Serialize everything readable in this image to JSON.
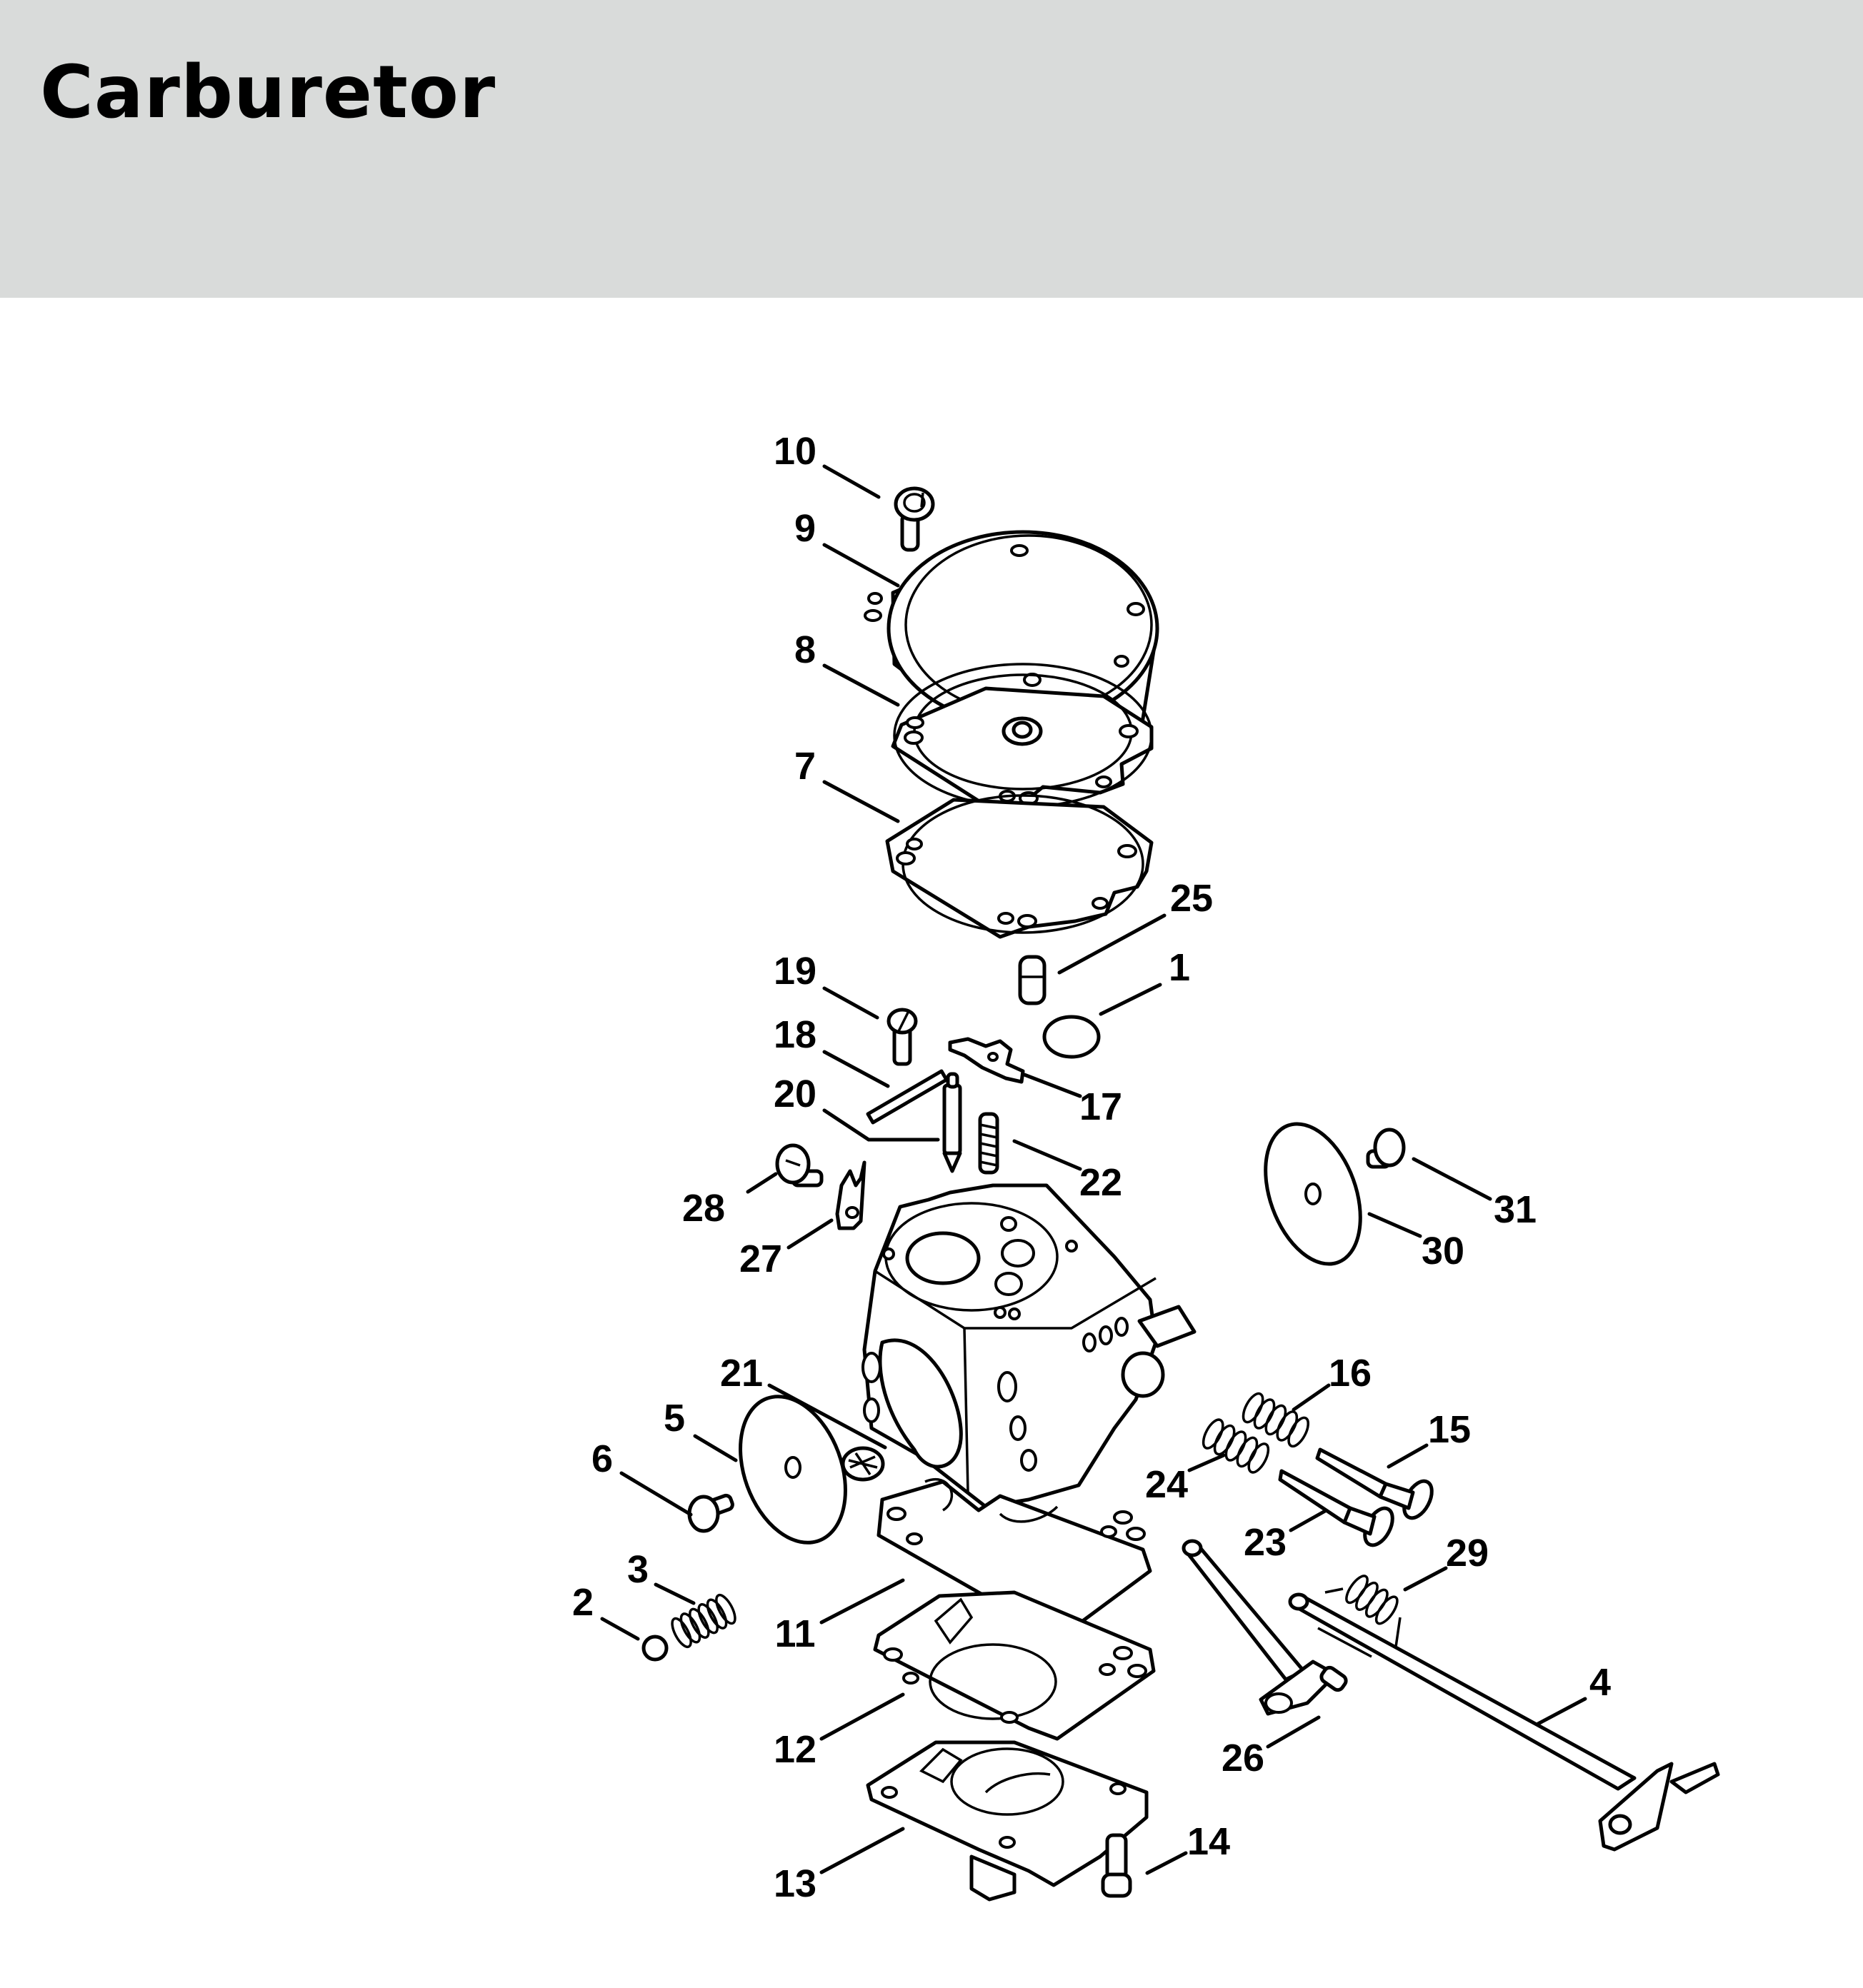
{
  "page": {
    "title": "Carburetor",
    "colors": {
      "header_bg": "#d9dbda",
      "ink": "#000000",
      "background": "#ffffff"
    }
  },
  "diagram": {
    "type": "exploded-parts-view",
    "subject": "Carburetor",
    "callouts": {
      "p1": "1",
      "p2": "2",
      "p3": "3",
      "p4": "4",
      "p5": "5",
      "p6": "6",
      "p7": "7",
      "p8": "8",
      "p9": "9",
      "p10": "10",
      "p11": "11",
      "p12": "12",
      "p13": "13",
      "p14": "14",
      "p15": "15",
      "p16": "16",
      "p17": "17",
      "p18": "18",
      "p19": "19",
      "p20": "20",
      "p21": "21",
      "p22": "22",
      "p23": "23",
      "p24": "24",
      "p25": "25",
      "p26": "26",
      "p27": "27",
      "p28": "28",
      "p29": "29",
      "p30": "30",
      "p31": "31"
    },
    "parts": [
      {
        "callout": "10",
        "part": "screw"
      },
      {
        "callout": "9",
        "part": "pump-cover"
      },
      {
        "callout": "8",
        "part": "diaphragm"
      },
      {
        "callout": "7",
        "part": "gasket"
      },
      {
        "callout": "25",
        "part": "plug"
      },
      {
        "callout": "1",
        "part": "disc"
      },
      {
        "callout": "19",
        "part": "screw"
      },
      {
        "callout": "18",
        "part": "pin"
      },
      {
        "callout": "17",
        "part": "lever"
      },
      {
        "callout": "20",
        "part": "inlet-needle"
      },
      {
        "callout": "22",
        "part": "spring"
      },
      {
        "callout": "28",
        "part": "screw"
      },
      {
        "callout": "27",
        "part": "detent-plate"
      },
      {
        "callout": "31",
        "part": "screw"
      },
      {
        "callout": "30",
        "part": "throttle-disc"
      },
      {
        "callout": "16",
        "part": "spring"
      },
      {
        "callout": "15",
        "part": "adjusting-screw"
      },
      {
        "callout": "24",
        "part": "spring"
      },
      {
        "callout": "23",
        "part": "adjusting-screw"
      },
      {
        "callout": "29",
        "part": "torsion-spring"
      },
      {
        "callout": "4",
        "part": "throttle-shaft"
      },
      {
        "callout": "26",
        "part": "choke-shaft"
      },
      {
        "callout": "14",
        "part": "screw"
      },
      {
        "callout": "21",
        "part": "strainer"
      },
      {
        "callout": "5",
        "part": "choke-disc"
      },
      {
        "callout": "6",
        "part": "screw"
      },
      {
        "callout": "3",
        "part": "spring"
      },
      {
        "callout": "2",
        "part": "ball"
      },
      {
        "callout": "11",
        "part": "gasket"
      },
      {
        "callout": "12",
        "part": "diaphragm"
      },
      {
        "callout": "13",
        "part": "end-cover"
      }
    ]
  }
}
